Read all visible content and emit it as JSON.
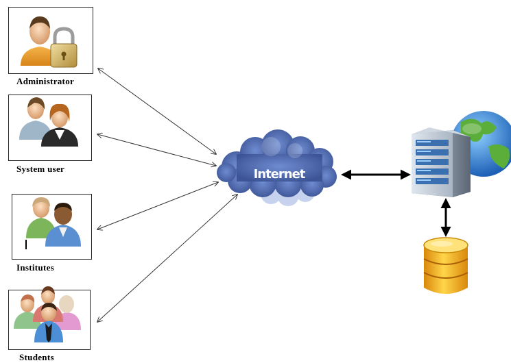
{
  "actors": [
    {
      "id": "administrator",
      "label": "Administrator",
      "icon": "admin-lock-icon"
    },
    {
      "id": "system-user",
      "label": "System user",
      "icon": "users-pair-icon"
    },
    {
      "id": "institutes",
      "label": "Institutes",
      "icon": "people-pair-icon"
    },
    {
      "id": "students",
      "label": "Students",
      "icon": "group-icon"
    }
  ],
  "network": {
    "label": "Internet",
    "icon": "cloud-icon"
  },
  "server": {
    "icon": "server-icon"
  },
  "globe": {
    "icon": "globe-icon"
  },
  "database": {
    "icon": "database-icon"
  },
  "colors": {
    "cloud": "#5a78b8",
    "cloud_light": "#b9c6e8",
    "database": "#f2b21c",
    "server": "#3a6fb0",
    "globe_sea": "#2f7fd1",
    "globe_land": "#5cae3a"
  }
}
